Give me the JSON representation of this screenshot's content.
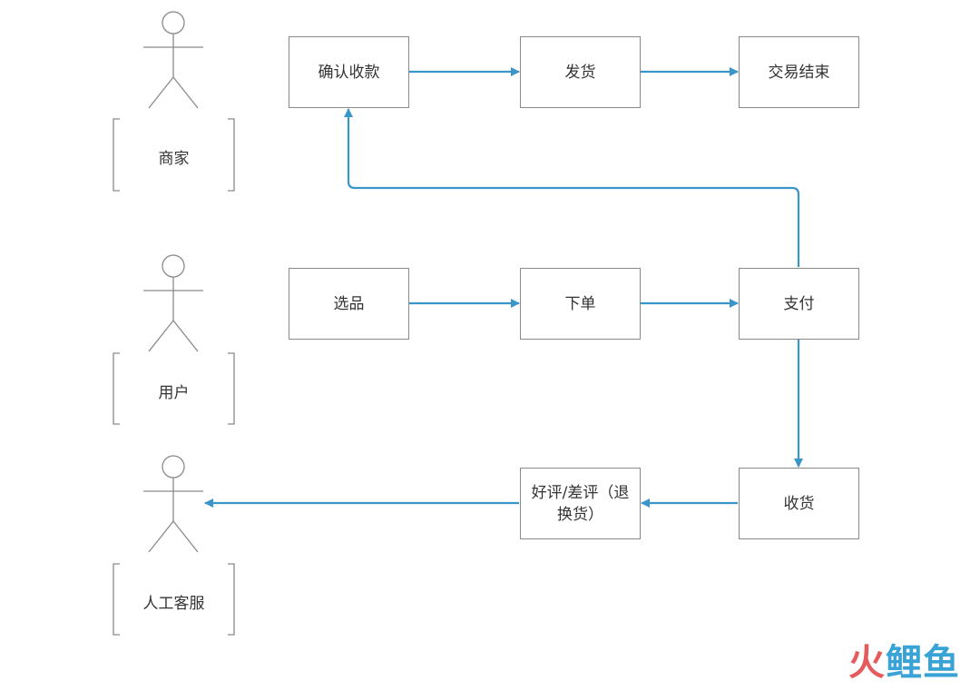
{
  "roles": [
    {
      "id": "merchant",
      "label": "商家"
    },
    {
      "id": "user",
      "label": "用户"
    },
    {
      "id": "support",
      "label": "人工客服"
    }
  ],
  "nodes": [
    {
      "id": "confirm_payment",
      "label": "确认收款"
    },
    {
      "id": "ship",
      "label": "发货"
    },
    {
      "id": "trade_end",
      "label": "交易结束"
    },
    {
      "id": "select",
      "label": "选品"
    },
    {
      "id": "order",
      "label": "下单"
    },
    {
      "id": "pay",
      "label": "支付"
    },
    {
      "id": "receive",
      "label": "收货"
    },
    {
      "id": "review",
      "label": "好评/差评（退换货）"
    }
  ],
  "edges": [
    {
      "from": "confirm_payment",
      "to": "ship"
    },
    {
      "from": "ship",
      "to": "trade_end"
    },
    {
      "from": "select",
      "to": "order"
    },
    {
      "from": "order",
      "to": "pay"
    },
    {
      "from": "pay",
      "to": "confirm_payment"
    },
    {
      "from": "pay",
      "to": "receive"
    },
    {
      "from": "receive",
      "to": "review"
    },
    {
      "from": "review",
      "to": "support"
    }
  ],
  "watermark": {
    "part1": "火",
    "part2": "鲤鱼"
  },
  "colors": {
    "edge": "#3a96c8",
    "border": "#8a8a8a",
    "text": "#333333"
  }
}
